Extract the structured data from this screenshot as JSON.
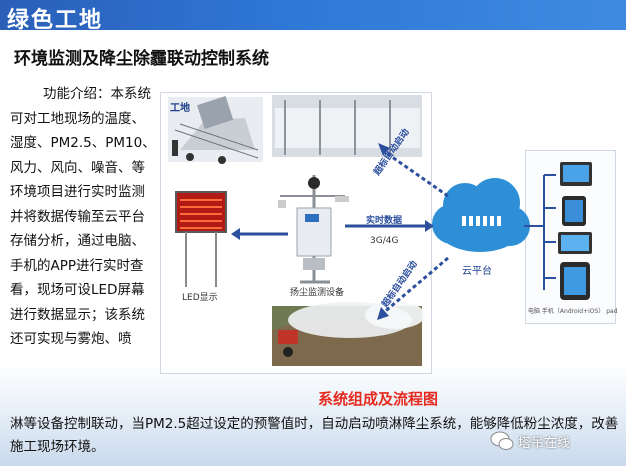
{
  "header": {
    "title": "绿色工地"
  },
  "subtitle": "环境监测及降尘除霾联动控制系统",
  "intro": {
    "column": "功能介绍：本系统可对工地现场的温度、湿度、PM2.5、PM10、风力、风向、噪音、等环境项目进行实时监测并将数据传输至云平台存储分析，通过电脑、手机的APP进行实时查看，现场可设LED屏幕进行数据显示；该系统还可实现与雾炮、喷",
    "tail": "淋等设备控制联动，当PM2.5超过设定的预警值时，自动启动喷淋降尘系统，能够降低粉尘浓度，改善施工现场环境。"
  },
  "diagram": {
    "site_label": "工地",
    "led_label": "LED显示",
    "monitor_label": "扬尘监测设备",
    "realtime_label": "实时数据",
    "network_label": "3G/4G",
    "cloud_label": "云平台",
    "auto_start_top": "超标自动启动",
    "auto_start_bottom": "超标自动启动",
    "devices_caption": "电脑   手机（Android+iOS）   pad"
  },
  "caption": "系统组成及流程图",
  "watermark": "塔吊在线",
  "colors": {
    "title_bar": "#2f77d6",
    "caption": "#e62a1f",
    "cloud": "#2e8fd6",
    "arrow": "#2c4f9e",
    "led": "#d8221b"
  }
}
